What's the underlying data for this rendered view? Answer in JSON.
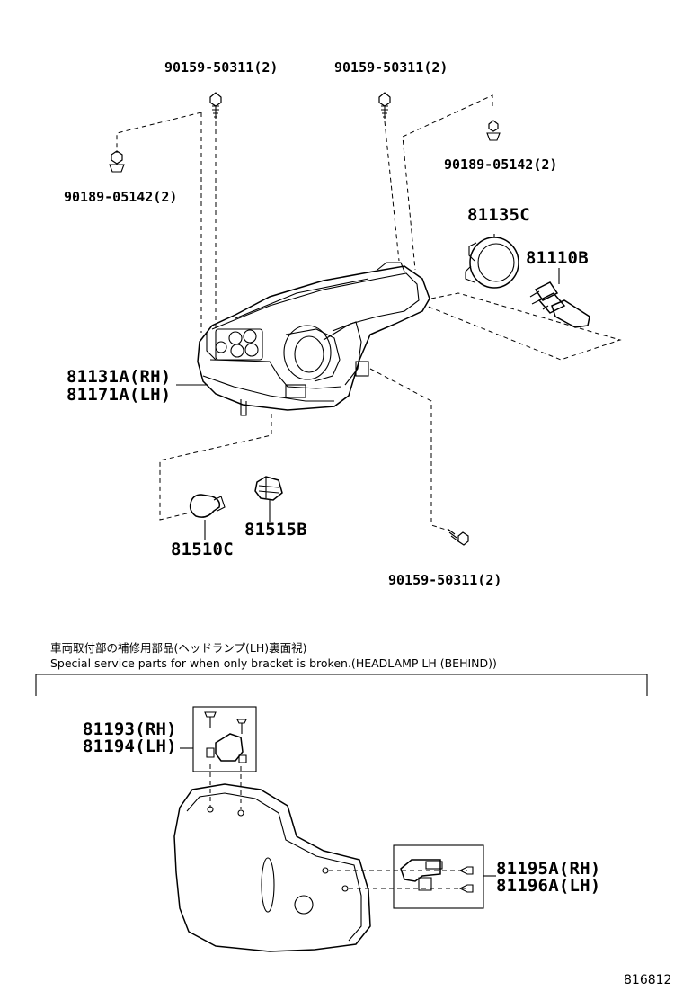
{
  "labels": {
    "bolt_a_left": "90159-50311(2)",
    "bolt_a_right": "90159-50311(2)",
    "clip_right": "90189-05142(2)",
    "clip_left": "90189-05142(2)",
    "socket_cover": "81135C",
    "bulb_main": "81110B",
    "headlamp_rh": "81131A(RH)",
    "headlamp_lh": "81171A(LH)",
    "bulb_small": "81510C",
    "socket_small": "81515B",
    "bolt_bottom": "90159-50311(2)",
    "bracket_upper_rh": "81193(RH)",
    "bracket_upper_lh": "81194(LH)",
    "bracket_side_rh": "81195A(RH)",
    "bracket_side_lh": "81196A(LH)"
  },
  "notes": {
    "jp": "車両取付部の補修用部品(ヘッドランプ(LH)裏面視)",
    "en": "Special service parts for when only bracket is broken.(HEADLAMP LH (BEHIND))"
  },
  "diagram_code": "816812"
}
